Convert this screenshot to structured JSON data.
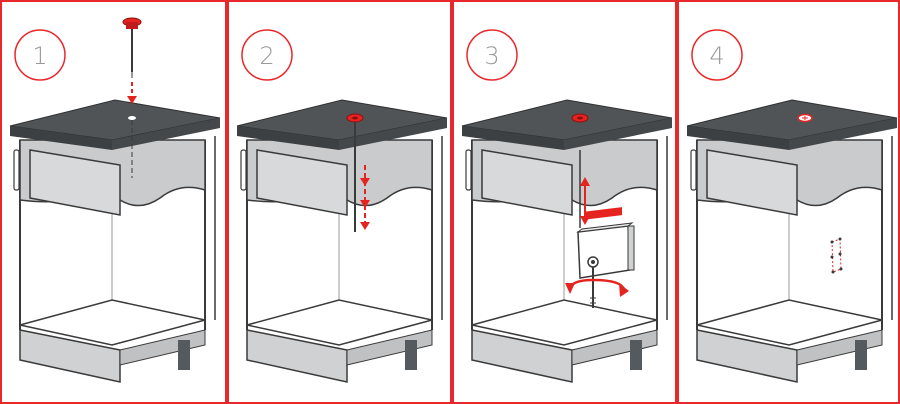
{
  "colors": {
    "frame": "#e8282b",
    "accent_red": "#e52420",
    "countertop": "#505457",
    "countertop_edge": "#3d4043",
    "apron": "#c9cbcc",
    "cabinet_line": "#3a3a3a",
    "panel_fill": "#d8d9da",
    "leg": "#555a5e"
  },
  "steps": [
    {
      "number": "1",
      "action": "insert-push-button-through-hole"
    },
    {
      "number": "2",
      "action": "push-rod-down"
    },
    {
      "number": "3",
      "action": "mount-hose-box-and-turn"
    },
    {
      "number": "4",
      "action": "mark-mounting-holes"
    }
  ],
  "icons": [
    "push-button-icon",
    "down-arrow-icon",
    "rotate-arrow-icon",
    "hose-box-icon",
    "drill-marks-icon"
  ]
}
